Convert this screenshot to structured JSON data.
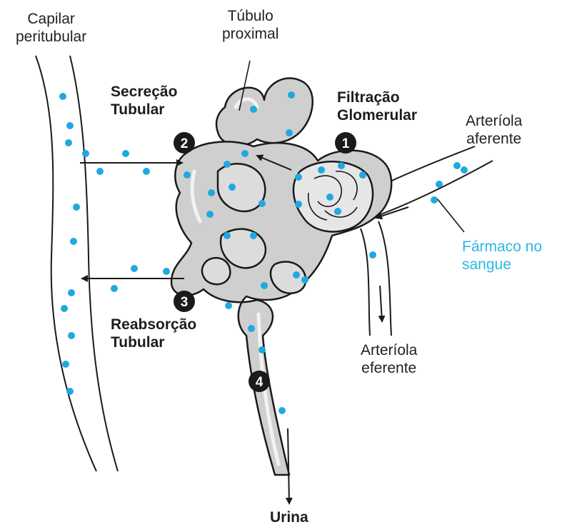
{
  "labels": {
    "capillary": "Capilar\nperitubular",
    "proximal_tubule": "Túbulo\nproximal",
    "secretion": "Secreção\nTubular",
    "filtration": "Filtração\nGlomerular",
    "afferent": "Arteríola\naferente",
    "drug": "Fármaco no\nsangue",
    "efferent": "Arteríola\neferente",
    "reabsorption": "Reabsorção\nTubular",
    "urine": "Urina"
  },
  "steps": [
    "1",
    "2",
    "3",
    "4"
  ],
  "colors": {
    "drug_dot": "#1fa9de",
    "tubule_fill": "#cfcfcf",
    "tubule_highlight": "#f2f2f2",
    "outline": "#1a1a1a",
    "accent_text": "#2bb7e6",
    "badge": "#1a1a1a"
  }
}
